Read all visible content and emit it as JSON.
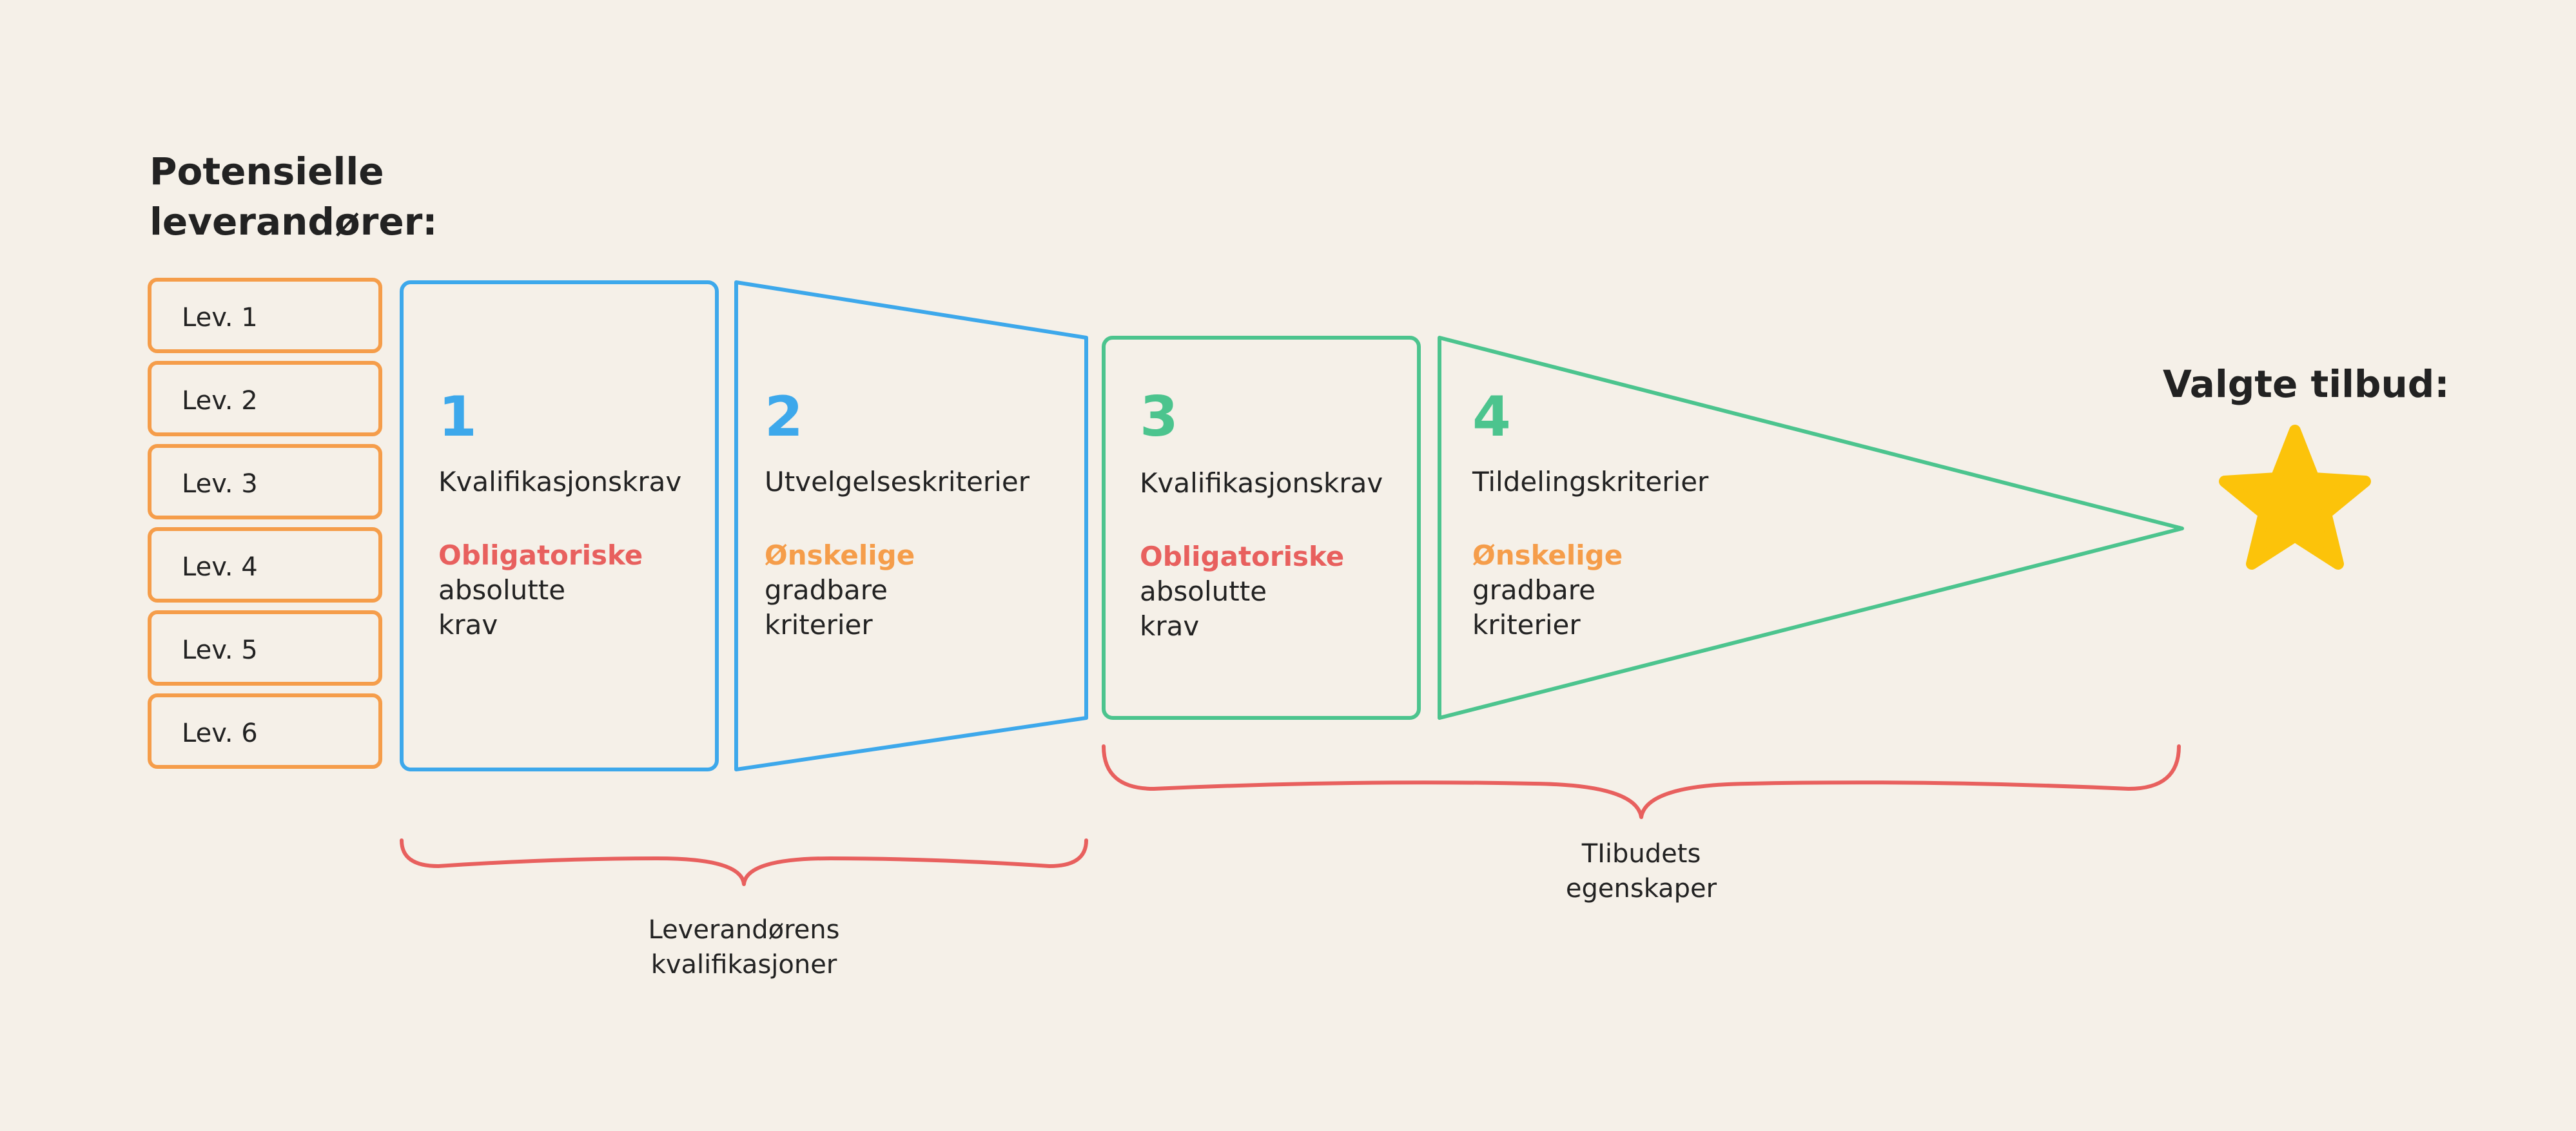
{
  "title": "Potensielle leverandører:",
  "title_lines": [
    "Potensielle",
    "leverandører:"
  ],
  "suppliers": [
    "Lev. 1",
    "Lev. 2",
    "Lev. 3",
    "Lev. 4",
    "Lev. 5",
    "Lev. 6"
  ],
  "stages": [
    {
      "number": "1",
      "title": "Kvalifikasjonskrav",
      "key": "Obligatoriske",
      "lines": [
        "absolutte",
        "krav"
      ]
    },
    {
      "number": "2",
      "title": "Utvelgelseskriterier",
      "key": "Ønskelige",
      "lines": [
        "gradbare",
        "kriterier"
      ]
    },
    {
      "number": "3",
      "title": "Kvalifikasjonskrav",
      "key": "Obligatoriske",
      "lines": [
        "absolutte",
        "krav"
      ]
    },
    {
      "number": "4",
      "title": "Tildelingskriterier",
      "key": "Ønskelige",
      "lines": [
        "gradbare",
        "kriterier"
      ]
    }
  ],
  "result": {
    "label": "Valgte tilbud:",
    "icon": "star-icon"
  },
  "groups": [
    {
      "label_lines": [
        "Leverandørens",
        "kvalifikasjoner"
      ]
    },
    {
      "label_lines": [
        "TIibudets",
        "egenskaper"
      ]
    }
  ],
  "colors": {
    "background": "#f5f0e8",
    "supplier_border": "#f59d4a",
    "stage_blue": "#3da8eb",
    "stage_green": "#4cc48e",
    "mandatory": "#e8605e",
    "optional": "#f59d4a",
    "brace": "#e8605e",
    "star": "#fcc30a",
    "text": "#222222"
  }
}
